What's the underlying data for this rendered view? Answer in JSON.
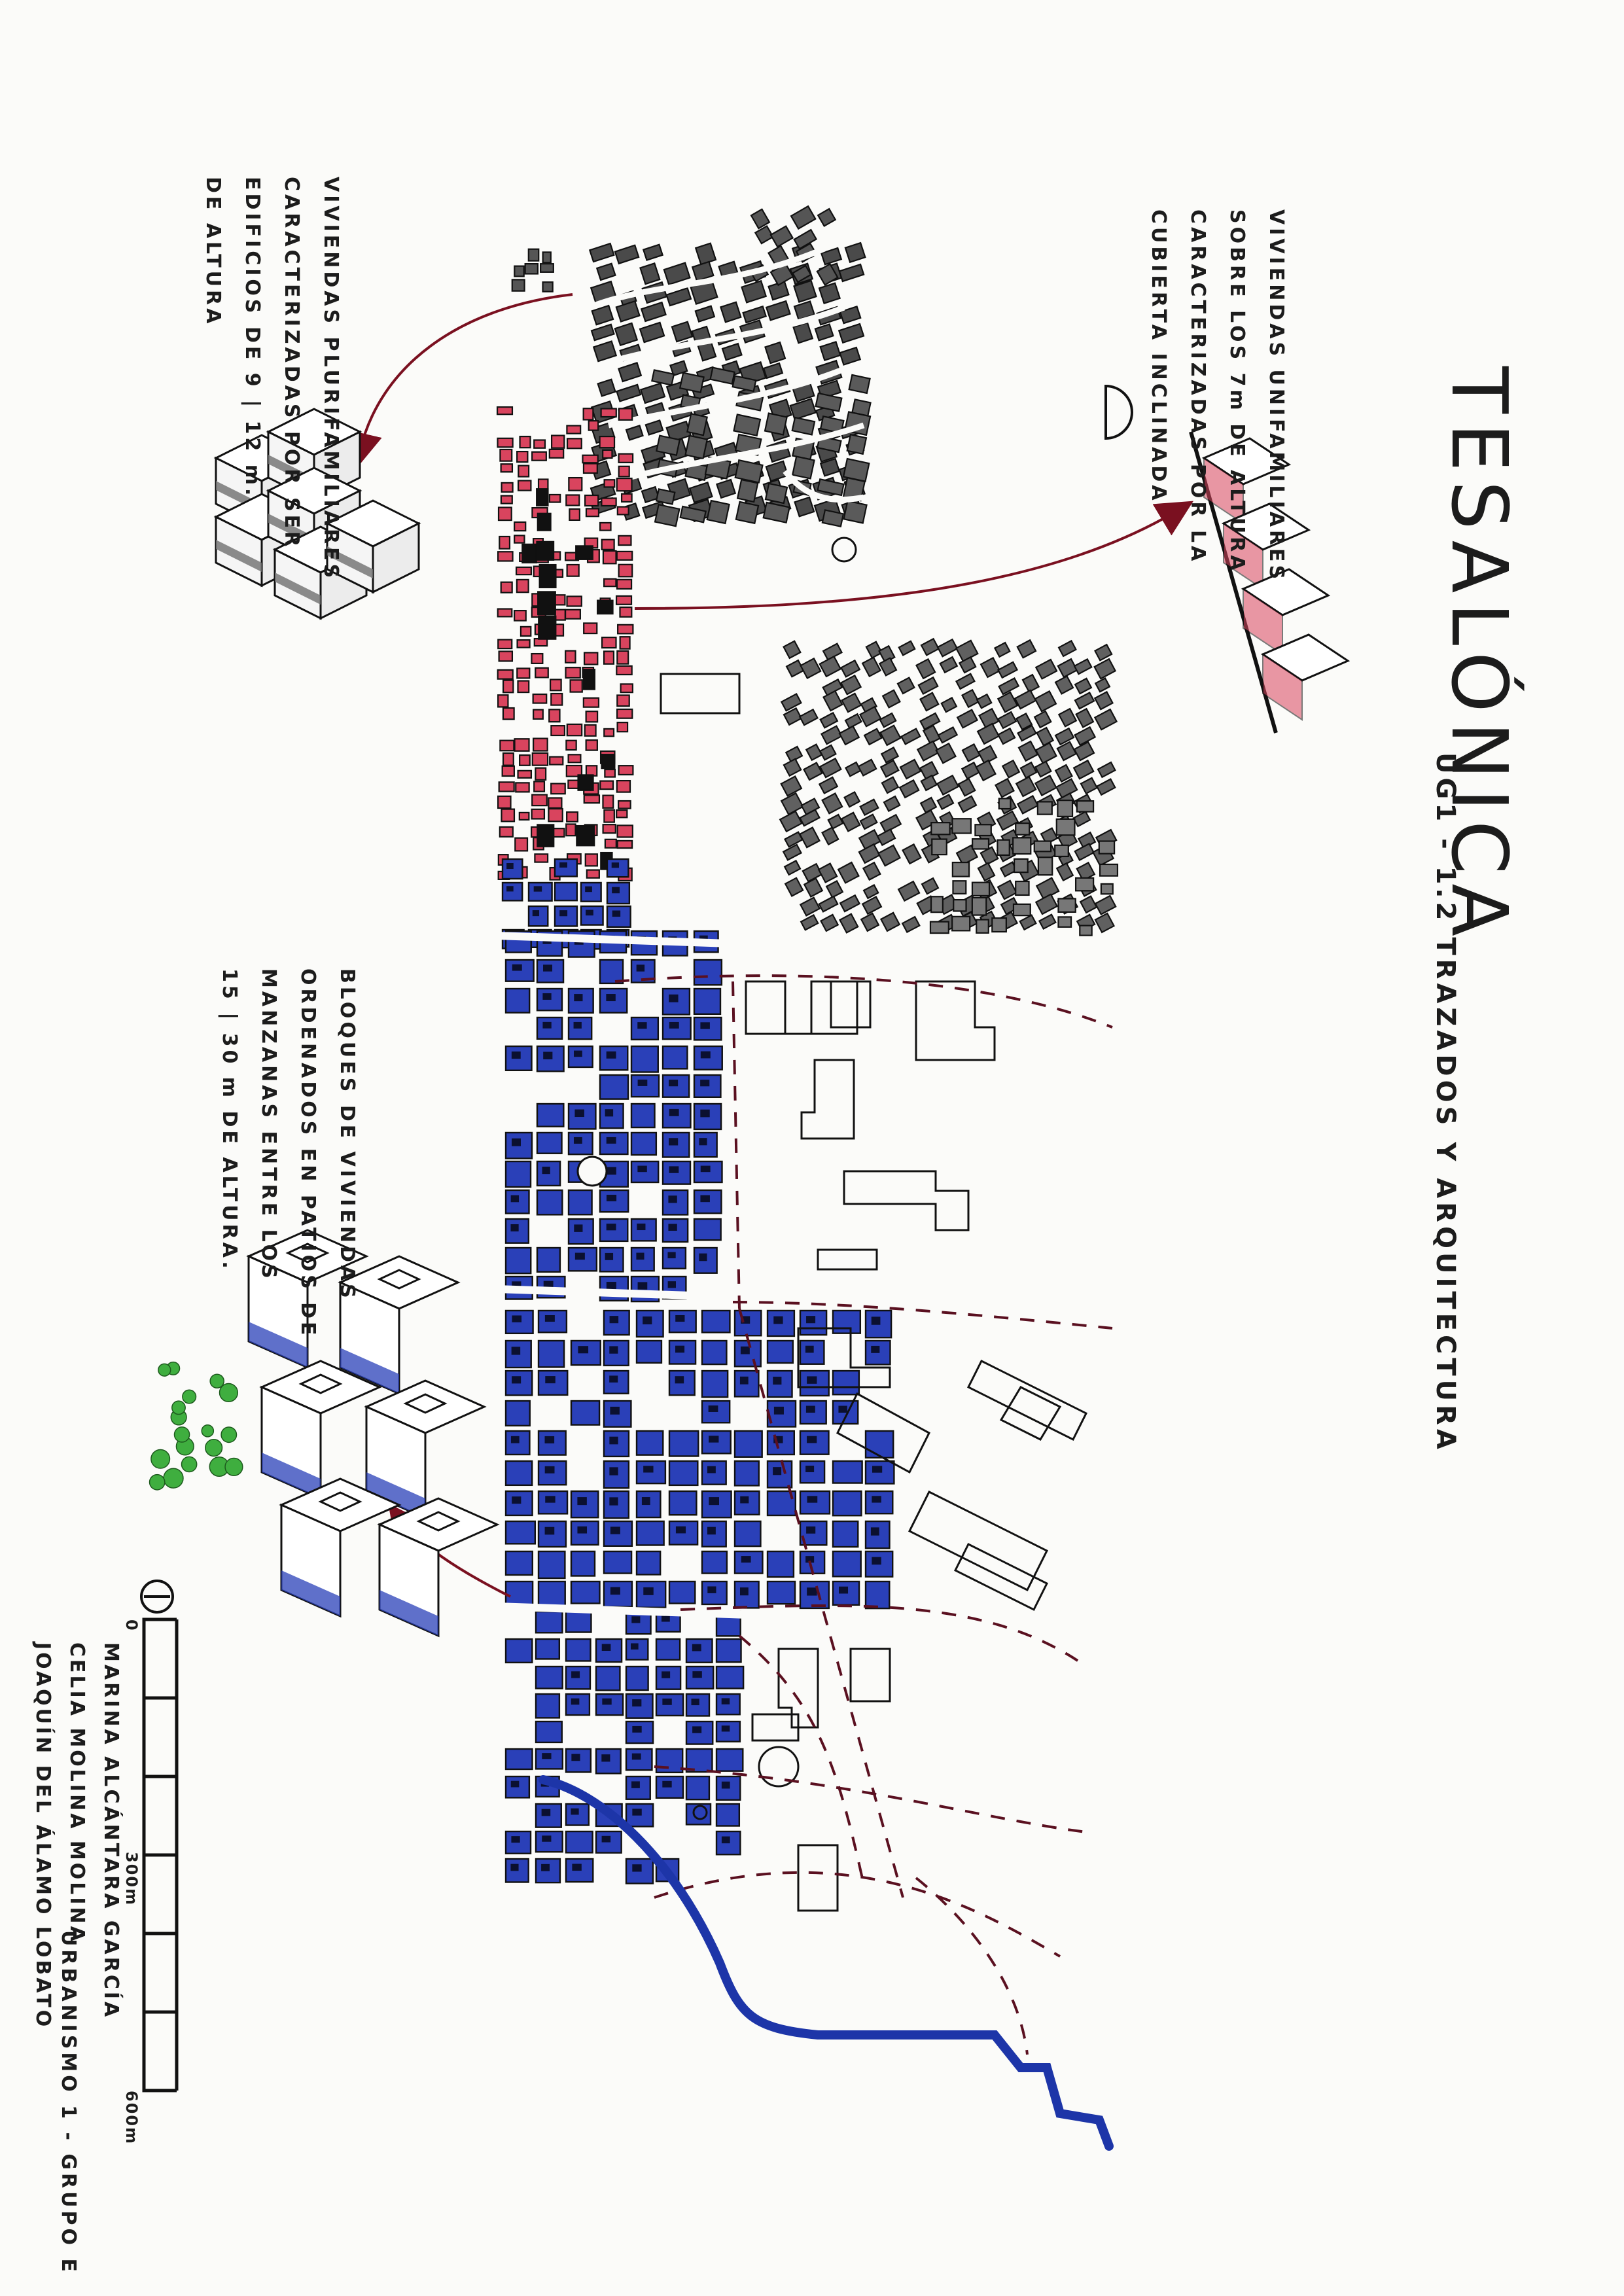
{
  "title": "TESALÓNICA",
  "subtitle": "UG1 - 1.2 TRAZADOS Y ARQUITECTURA",
  "course": "URBANISMO 1 - GRUPO E",
  "notes": {
    "single_family": [
      "VIVIENDAS UNIFAMILIARES",
      "SOBRE LOS 7m DE ALTURA",
      "CARACTERIZADAS POR LA",
      "CUBIERTA INCLINADA"
    ],
    "multi_family": [
      "VIVIENDAS PLURIFAMILIARES",
      "CARACTERIZADAS POR SER",
      "EDIFICIOS DE 9 | 12 m.",
      "DE ALTURA"
    ],
    "blocks": [
      "BLOQUES DE VIVIENDAS",
      "ORDENADOS EN PATIOS DE",
      "MANZANAS ENTRE LOS",
      "15 | 30 m DE ALTURA."
    ]
  },
  "authors": [
    "MARINA ALCÁNTARA GARCÍA",
    "CELIA MOLINA MOLINA",
    "JOAQUÍN DEL ÁLAMO LOBATO"
  ],
  "scale_bar": {
    "labels": [
      "0",
      "300m",
      "600m"
    ]
  },
  "colors": {
    "ink": "#1c1c1c",
    "old_town_grey": "#4a4a4a",
    "residential_red": "#d9445e",
    "block_blue": "#2a40b8",
    "coast_blue": "#1d35a8",
    "arrow_red": "#7a1020",
    "tree_green": "#3fae3f"
  }
}
